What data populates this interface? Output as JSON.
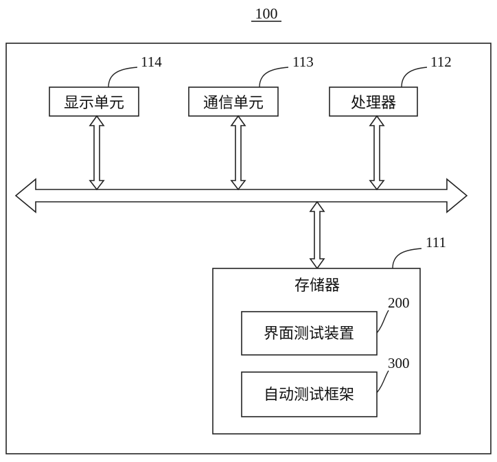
{
  "figure_label": "100",
  "display_unit": {
    "label": "显示单元",
    "ref": "114"
  },
  "comm_unit": {
    "label": "通信单元",
    "ref": "113"
  },
  "processor": {
    "label": "处理器",
    "ref": "112"
  },
  "memory": {
    "label": "存储器",
    "ref": "111"
  },
  "ui_test_device": {
    "label": "界面测试装置",
    "ref": "200"
  },
  "auto_test_framework": {
    "label": "自动测试框架",
    "ref": "300"
  }
}
